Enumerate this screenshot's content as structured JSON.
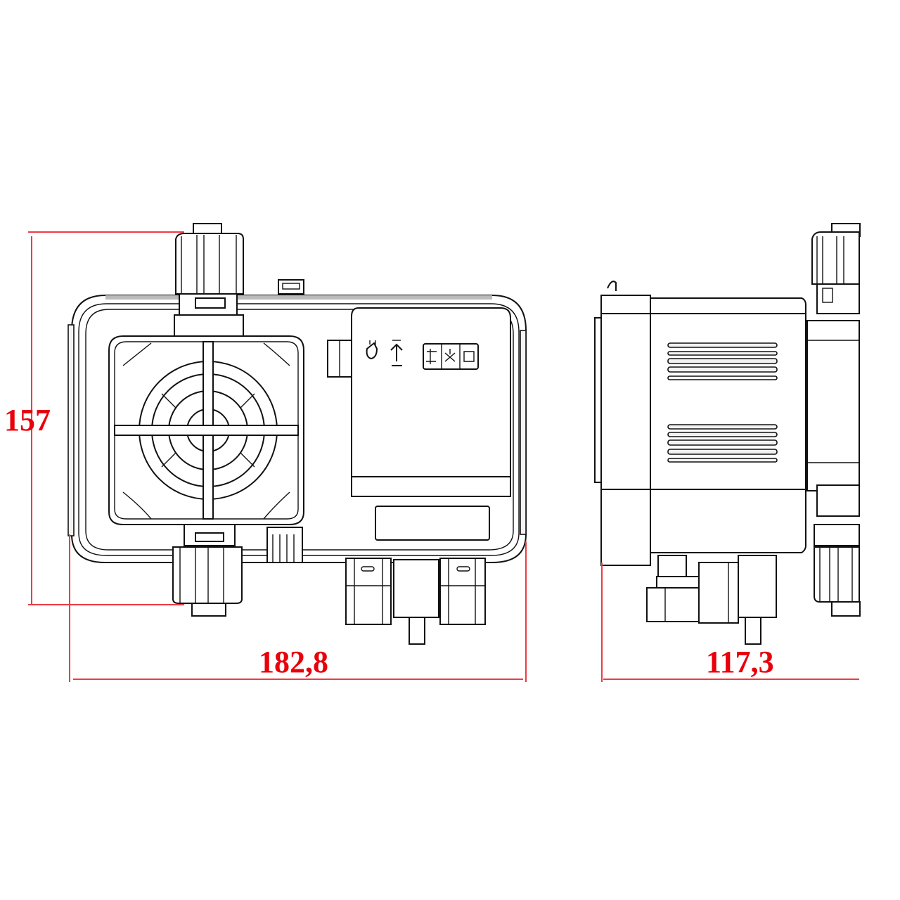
{
  "drawing": {
    "type": "technical dimension drawing",
    "subject": "dosing pump",
    "units": "mm",
    "dimension_color": "#e8000b",
    "line_color": "#111111",
    "background": "#ffffff"
  },
  "views": [
    {
      "name": "front-view",
      "features": [
        "pump-head-with-grille",
        "top-valve-fitting",
        "bottom-valve-fitting",
        "control-panel",
        "display-window",
        "bottom-connectors"
      ]
    },
    {
      "name": "side-view",
      "features": [
        "housing",
        "ventilation-slots-upper",
        "ventilation-slots-lower",
        "valve-fittings",
        "bottom-connectors"
      ]
    }
  ],
  "dimensions": {
    "height": "157",
    "width": "182,8",
    "depth": "117,3"
  },
  "panel_icons": [
    "drop-icon",
    "arrow-up-icon",
    "key-buttons-icon"
  ]
}
